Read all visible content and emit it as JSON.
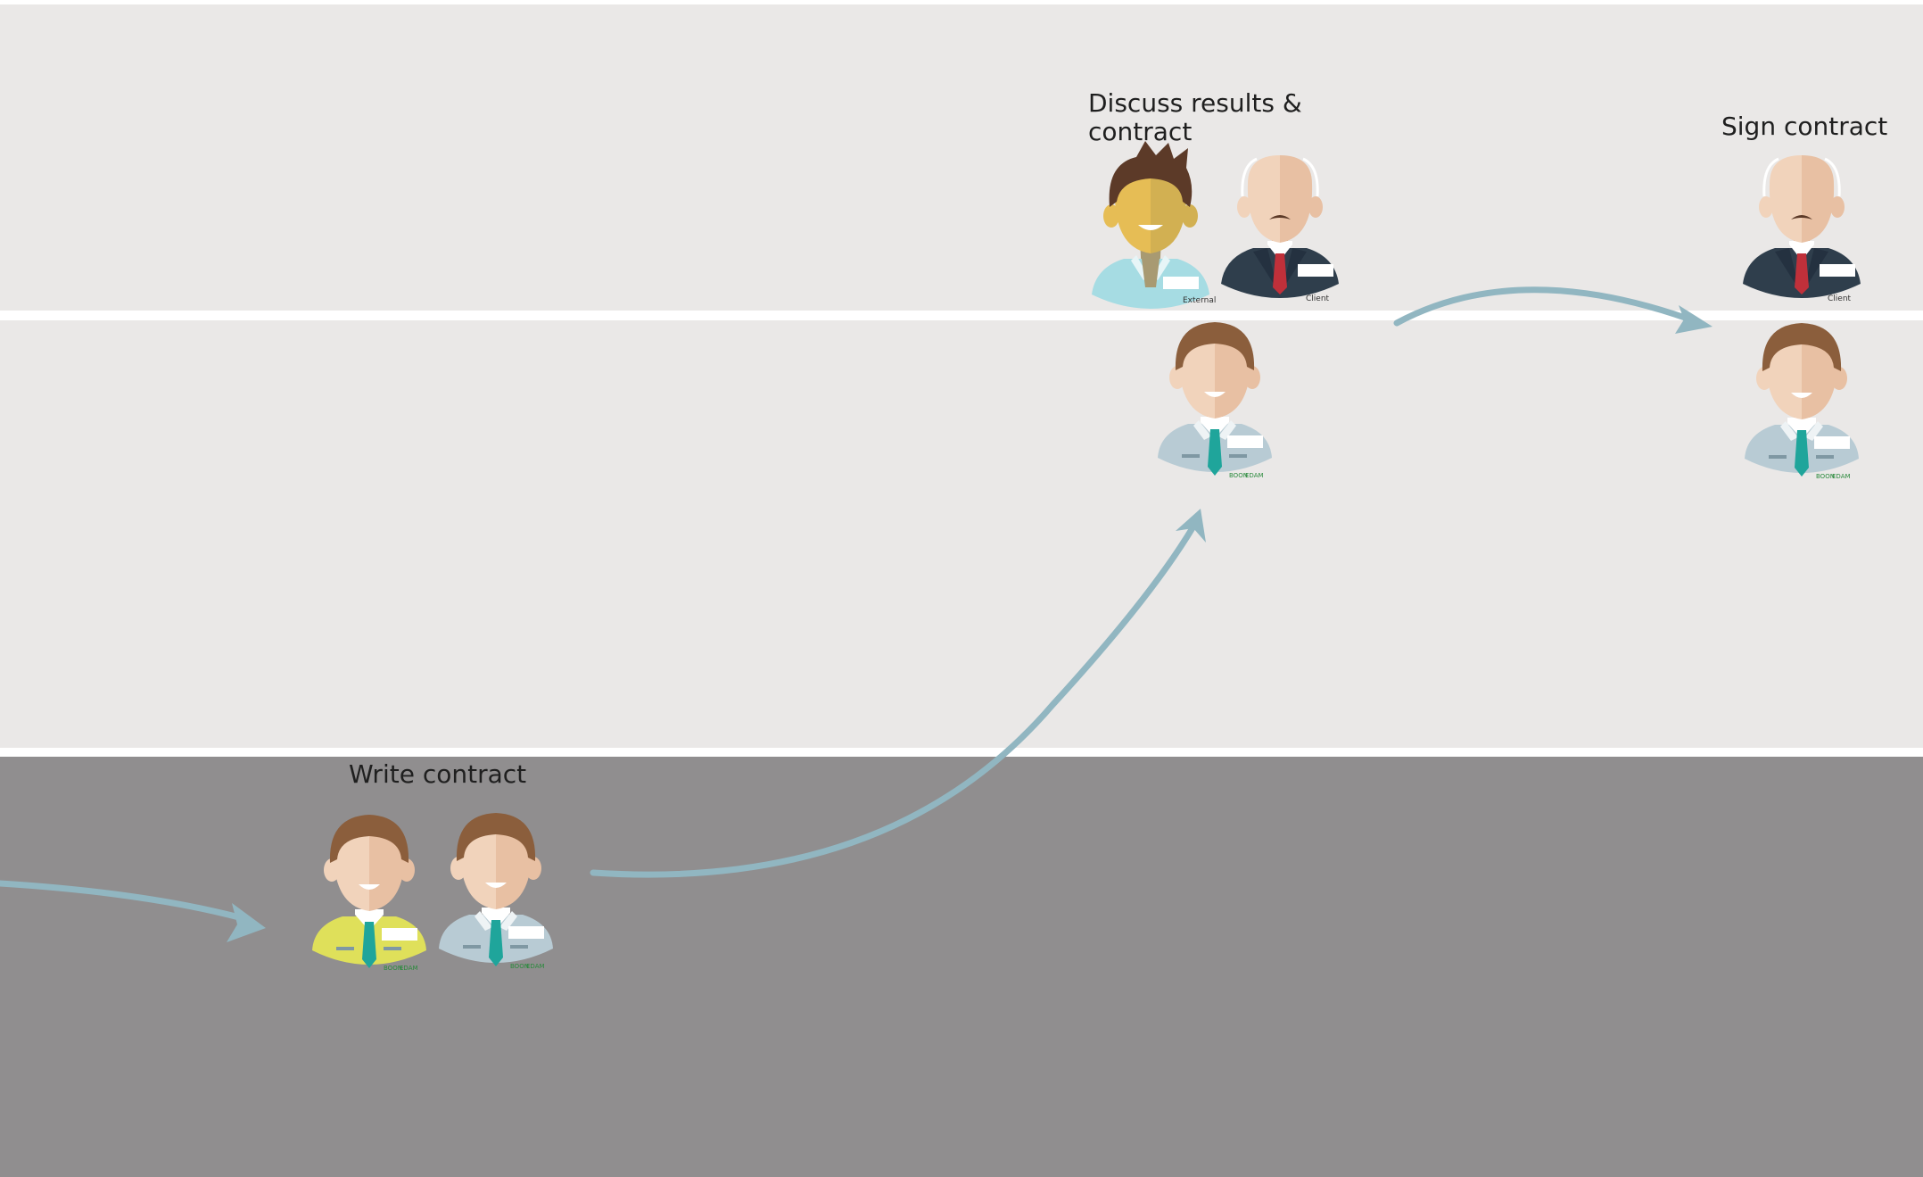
{
  "lanes": [
    {
      "id": "lane-1",
      "color": "#eae8e7"
    },
    {
      "id": "lane-2",
      "color": "#eae8e7"
    },
    {
      "id": "lane-3",
      "color": "#908e8f"
    }
  ],
  "steps": {
    "discuss": {
      "label": "Discuss results & contract"
    },
    "sign": {
      "label": "Sign contract"
    },
    "write": {
      "label": "Write contract"
    }
  },
  "badges": {
    "external": "External",
    "client": "Client",
    "company_a": "BOON",
    "company_b": "EDAM"
  },
  "colors": {
    "arrow": "#91b6c1",
    "skin_light": "#f1d3bb",
    "skin_shade": "#e8c0a3",
    "skin_yellow": "#e6bd55",
    "hair_brown": "#8b5e3c",
    "hair_dark": "#5c3a28",
    "shirt_blue": "#b8cbd4",
    "shirt_yellow": "#dfe05a",
    "shirt_cyan": "#a6dce3",
    "suit_dark": "#2f3e4c",
    "tie_teal": "#1fa59b",
    "tie_red": "#c0303a"
  },
  "icons": [
    "employee-avatar-icon",
    "external-consultant-icon",
    "client-icon",
    "flow-arrow-icon"
  ]
}
